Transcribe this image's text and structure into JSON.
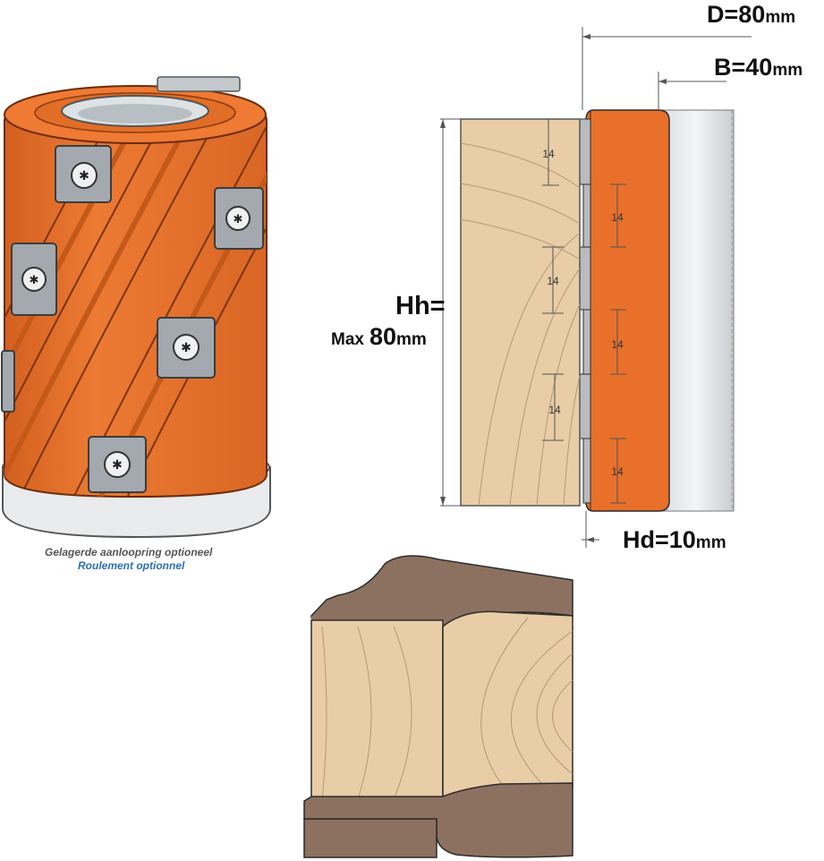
{
  "colors": {
    "orange": "#e8702a",
    "orange_dark": "#b9531a",
    "insert_gray": "#9da3a8",
    "wood": "#e8cda6",
    "wood_lines": "#b49a78",
    "brown": "#8d7160",
    "caption_blue": "#2a6fb3",
    "caption_gray": "#555555"
  },
  "captions": {
    "bearing_nl": "Gelagerde aanloopring optioneel",
    "bearing_fr": "Roulement optionnel"
  },
  "dimensions": {
    "D": {
      "label": "D=80",
      "unit": "mm"
    },
    "B": {
      "label": "B=40",
      "unit": "mm"
    },
    "Hh_top": "Hh=",
    "Hh_max": "Max",
    "Hh_value": "80",
    "Hh_unit": "mm",
    "Hd": {
      "label": "Hd=10",
      "unit": "mm"
    }
  },
  "insert_spacing": [
    "14",
    "14",
    "14",
    "14",
    "14",
    "14"
  ],
  "icons": {
    "cutter": "spiral-cutter-head-icon",
    "insert": "torx-screw-insert-icon"
  }
}
